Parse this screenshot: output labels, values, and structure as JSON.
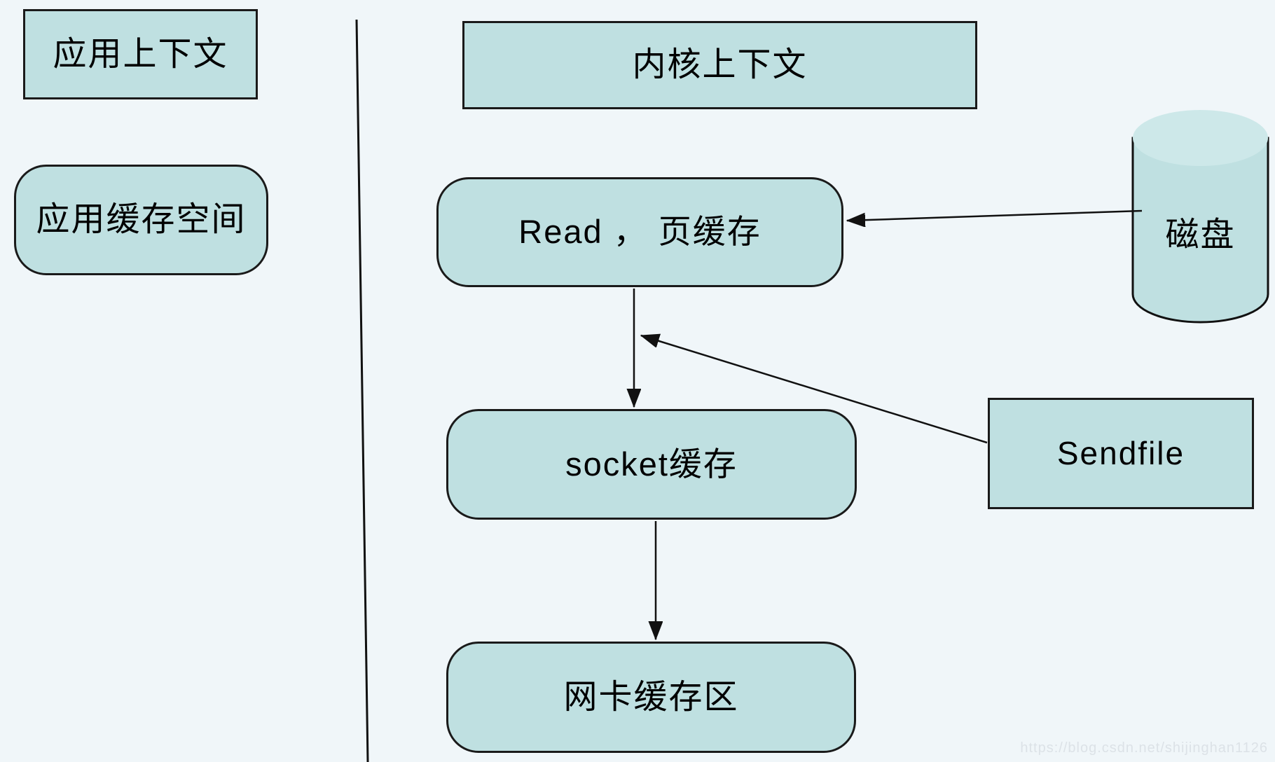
{
  "diagram": {
    "description": "sendfile zero-copy data flow diagram",
    "boxes": {
      "app_context": {
        "label": "应用上下文"
      },
      "app_buffer": {
        "label": "应用缓存空间"
      },
      "kernel_context": {
        "label": "内核上下文"
      },
      "read_page_cache": {
        "label": "Read ， 页缓存"
      },
      "socket_buffer": {
        "label": "socket缓存"
      },
      "nic_buffer": {
        "label": "网卡缓存区"
      },
      "sendfile": {
        "label": "Sendfile"
      },
      "disk": {
        "label": "磁盘"
      }
    },
    "edges": [
      {
        "from": "disk",
        "to": "read_page_cache",
        "style": "arrow"
      },
      {
        "from": "read_page_cache",
        "to": "socket_buffer",
        "style": "arrow"
      },
      {
        "from": "sendfile",
        "to": "read_page_cache/socket_boundary",
        "style": "arrow"
      },
      {
        "from": "socket_buffer",
        "to": "nic_buffer",
        "style": "arrow"
      }
    ],
    "divider": {
      "separates": [
        "app_context",
        "kernel_context"
      ]
    }
  },
  "watermark": {
    "text": "https://blog.csdn.net/shijinghan1126"
  },
  "colors": {
    "background": "#f0f6f9",
    "box_fill": "#bfe0e1",
    "box_border": "#1a1a1a",
    "cylinder_top_fill": "#cde8e9",
    "line": "#111111",
    "text": "#000000",
    "watermark": "#dce2e7"
  }
}
